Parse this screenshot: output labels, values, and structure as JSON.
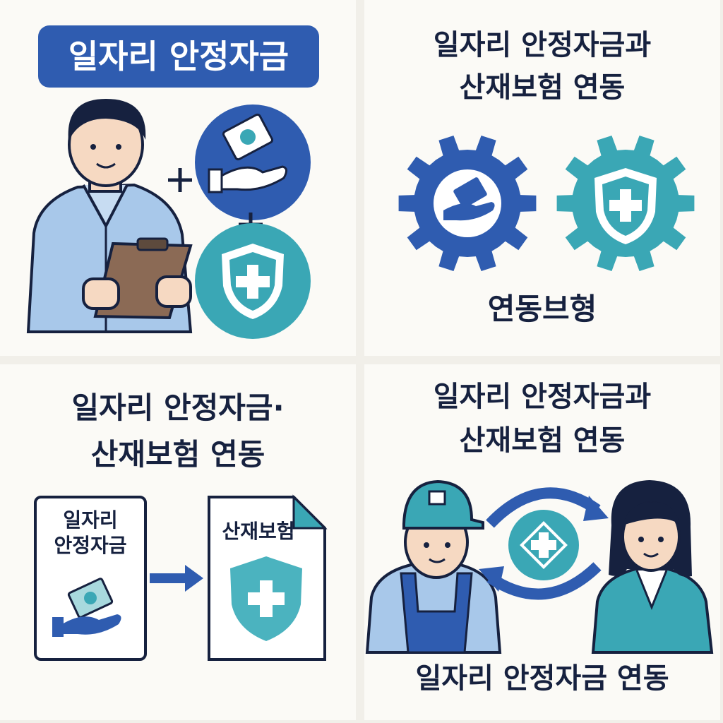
{
  "panel1": {
    "banner": "일자리 안정자금"
  },
  "panel2": {
    "title_line1": "일자리 안정자금과",
    "title_line2": "산재보험 연동",
    "caption": "연동브형"
  },
  "panel3": {
    "title_line1": "일자리 안정자금·",
    "title_line2": "산재보험 연동",
    "doc_left_line1": "일자리",
    "doc_left_line2": "안정자금",
    "doc_right": "산재보험"
  },
  "panel4": {
    "title_line1": "일자리 안정자금과",
    "title_line2": "산재보험 연동",
    "caption": "일자리 안정자금 연동"
  },
  "colors": {
    "navy": "#16213f",
    "blue": "#2f5cb0",
    "teal": "#3aa7b5",
    "light_blue": "#a8c8ea",
    "background": "#fbfaf6"
  }
}
